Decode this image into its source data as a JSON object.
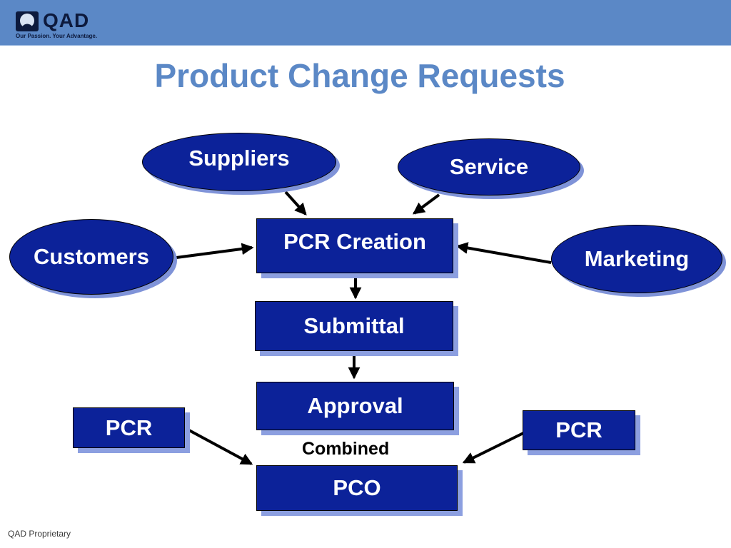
{
  "header": {
    "logo": {
      "name": "QAD",
      "tagline": "Our Passion. Your Advantage."
    }
  },
  "title": "Product Change Requests",
  "nodes": {
    "suppliers": "Suppliers",
    "service": "Service",
    "customers": "Customers",
    "marketing": "Marketing",
    "pcr_creation": "PCR Creation",
    "submittal": "Submittal",
    "approval": "Approval",
    "pcr_left": "PCR",
    "pcr_right": "PCR",
    "pco": "PCO"
  },
  "combined_label": "Combined",
  "footer": "QAD Proprietary",
  "colors": {
    "header_band": "#5b88c6",
    "title": "#5b88c6",
    "node_fill": "#0c2299",
    "node_shadow": "#8c9fe0",
    "arrow": "#000000"
  }
}
